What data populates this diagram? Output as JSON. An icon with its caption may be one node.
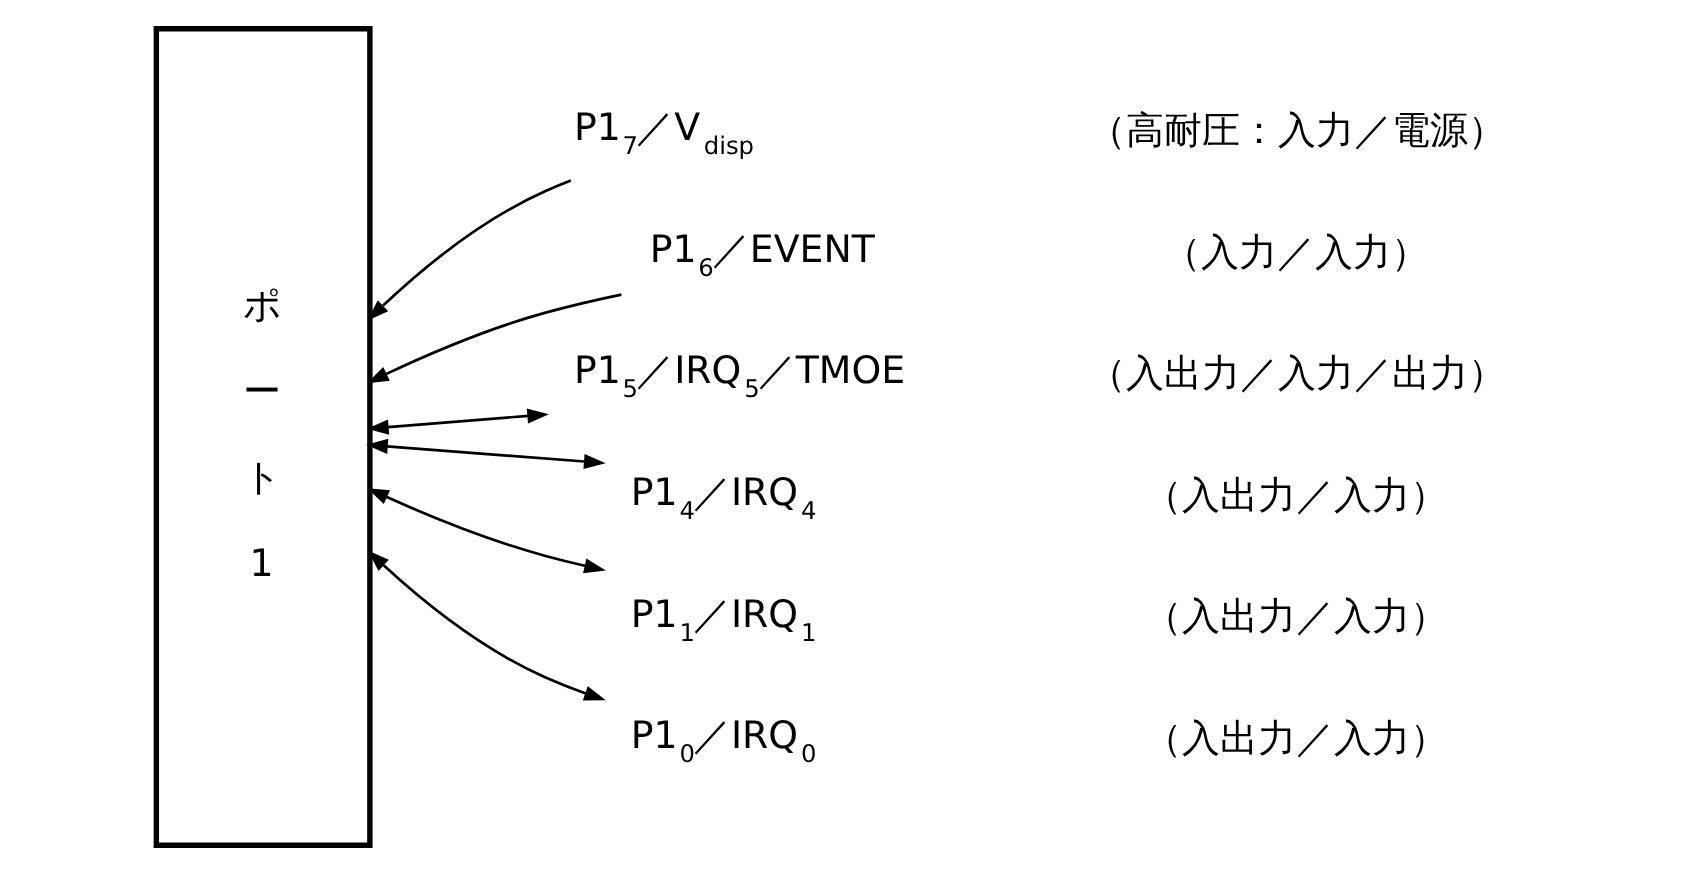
{
  "diagram": {
    "nodes": [
      {
        "text": [
          "ポート1"
        ]
      },
      {
        "text": [
          "P1$_{7}$／V$_{disp}$"
        ],
        "beside": [
          "（高耐圧：入力／電源）"
        ]
      },
      {
        "text": [
          "P1$_{6}$／EVENT"
        ],
        "beside": [
          "（入力／入力）"
        ]
      },
      {
        "text": [
          "P1$_{5}$／IRQ$_{5}$／TMOE"
        ],
        "beside": [
          "（入出力／入力／出力）"
        ]
      },
      {
        "text": [
          "P1$_{4}$／IRQ$_{4}$"
        ],
        "beside": [
          "（入出力／入力）"
        ]
      },
      {
        "text": [
          "P1$_{1}$／IRQ$_{1}$"
        ],
        "beside": [
          "（入出力／入力）"
        ]
      },
      {
        "text": [
          "P1$_{0}$／IRQ$_{0}$"
        ],
        "beside": [
          "（入出力／入力）"
        ]
      }
    ],
    "edges": [
      {
        "from": 1,
        "to": 0,
        "arrow": "to"
      },
      {
        "from": 2,
        "to": 0,
        "arrow": "to"
      },
      {
        "from": 3,
        "to": 0,
        "arrow": "both"
      },
      {
        "from": 4,
        "to": 0,
        "arrow": "both"
      },
      {
        "from": 5,
        "to": 0,
        "arrow": "both"
      },
      {
        "from": 6,
        "to": 0,
        "arrow": "both"
      }
    ]
  }
}
